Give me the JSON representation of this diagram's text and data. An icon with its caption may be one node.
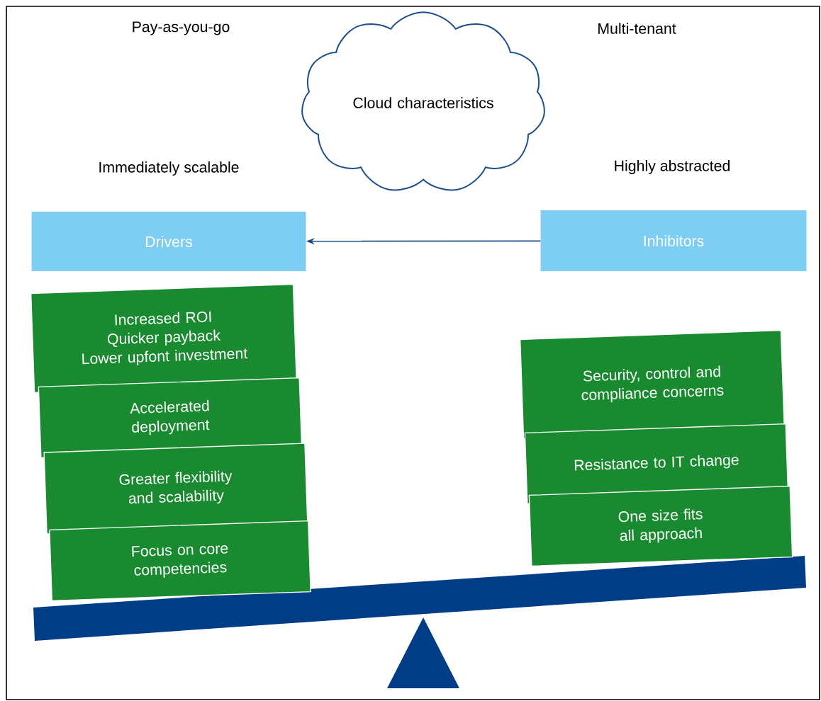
{
  "diagram": {
    "nodes": [
      {
        "text": [
          "Cloud characteristics"
        ]
      },
      {
        "text": [
          "Drivers"
        ]
      },
      {
        "text": [
          "Inhibitors"
        ]
      },
      {
        "text": [
          "Increased ROI",
          "Quicker payback",
          "Lower upfont investment"
        ]
      },
      {
        "text": [
          "Accelerated deployment"
        ]
      },
      {
        "text": [
          "Greater flexibility and scalability"
        ]
      },
      {
        "text": [
          "Focus on core competencies"
        ]
      },
      {
        "text": [
          "Security, control and compliance concerns"
        ]
      },
      {
        "text": [
          "Resistance to IT change"
        ]
      },
      {
        "text": [
          "One size fits all approach"
        ]
      }
    ],
    "edges": [
      {
        "from": 2,
        "to": 1,
        "arrow": "to"
      }
    ],
    "labels": [
      "Pay-as-you-go",
      "Multi-tenant",
      "Immediately scalable",
      "Highly abstracted"
    ]
  }
}
